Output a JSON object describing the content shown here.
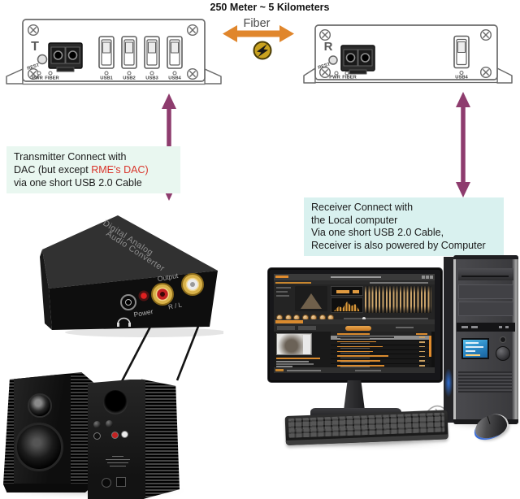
{
  "title": {
    "distance": "250 Meter ~ 5 Kilometers",
    "fiber": "Fiber"
  },
  "transmitter": {
    "badge": "T",
    "reset_label": "REST",
    "pwr_label": "PWR",
    "fiber_label": "FIBER",
    "usb_labels": [
      "USB1",
      "USB2",
      "USB3",
      "USB4"
    ]
  },
  "receiver": {
    "badge": "R",
    "reset_label": "REST",
    "pwr_label": "PWR",
    "fiber_label": "FIBER",
    "usb_label": "USB4"
  },
  "notes": {
    "transmitter": {
      "line1": "Transmitter Connect with",
      "line2_black": "DAC (but except ",
      "line2_red": "RME's DAC)",
      "line3": "via one short USB 2.0 Cable"
    },
    "receiver": {
      "line1": "Receiver Connect with",
      "line2": "the Local computer",
      "line3": "Via one short USB 2.0 Cable,",
      "line4": "Receiver is also powered by Computer"
    }
  },
  "dac": {
    "top_label_line1": "Digital Analog",
    "top_label_line2": "Audio Converter",
    "output_label": "Output",
    "rl_label": "R / L",
    "power_label": "Power"
  },
  "colors": {
    "arrow_orange": "#e0862c",
    "arrow_purple": "#8e3c6e",
    "fiber_icon_gold": "#c9a21f",
    "note_green_bg": "#e9f7f0",
    "note_blue_bg": "#d9f1ef",
    "red_text": "#d9342a",
    "player_orange": "#e08b2d"
  }
}
